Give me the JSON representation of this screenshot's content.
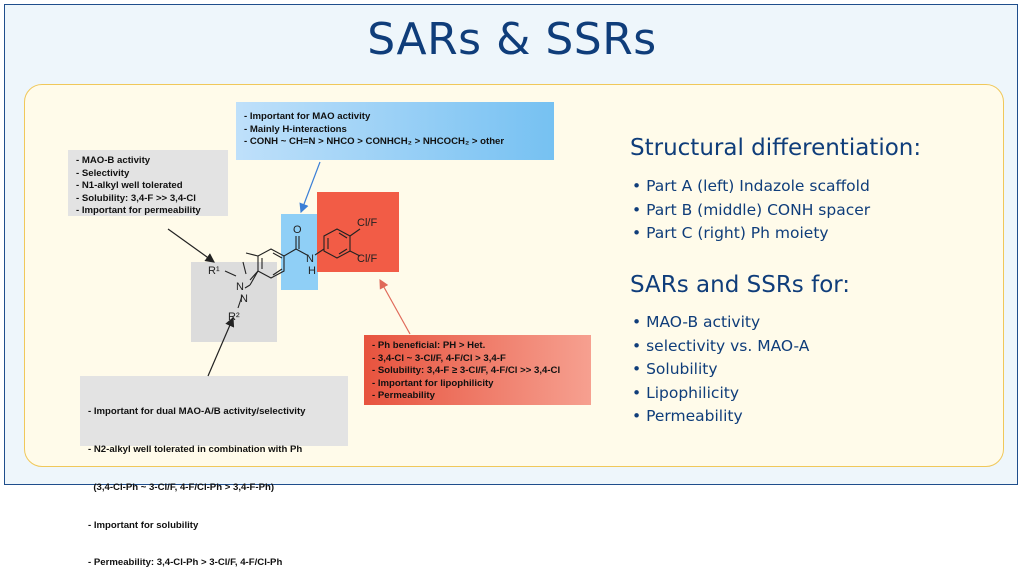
{
  "title": "SARs & SSRs",
  "boxes": {
    "part_a_top": [
      "- MAO-B activity",
      "- Selectivity",
      "- N1-alkyl well tolerated",
      "- Solubility: 3,4-F >> 3,4-Cl",
      "- Important for permeability"
    ],
    "part_b": [
      "- Important for MAO activity",
      "- Mainly H-interactions",
      "- CONH ~ CH=N > NHCO > CONHCH₂ > NHCOCH₂ > other"
    ],
    "part_c": [
      "- Ph beneficial: PH > Het.",
      "- 3,4-Cl ~ 3-Cl/F, 4-F/Cl > 3,4-F",
      "- Solubility: 3,4-F ≥ 3-Cl/F, 4-F/Cl >> 3,4-Cl",
      "- Important for lipophilicity",
      "- Permeability"
    ],
    "part_a_bottom": [
      "- Important for dual MAO-A/B activity/selectivity",
      "- N2-alkyl well tolerated in combination with Ph",
      "  (3,4-Cl-Ph ~ 3-Cl/F, 4-F/Cl-Ph > 3,4-F-Ph)",
      "- Important for solubility",
      "- Permeability: 3,4-Cl-Ph > 3-Cl/F, 4-F/Cl-Ph"
    ]
  },
  "molecule": {
    "r1": "R¹",
    "r2": "R²",
    "n1": "N",
    "n2": "N",
    "o": "O",
    "nh_n": "N",
    "nh_h": "H",
    "cl_f_top": "Cl/F",
    "cl_f_bottom": "Cl/F"
  },
  "structural": {
    "heading": "Structural differentiation:",
    "items": [
      "Part A (left) Indazole scaffold",
      "Part B (middle) CONH spacer",
      "Part C (right) Ph moiety"
    ]
  },
  "sars": {
    "heading": "SARs and SSRs for:",
    "items": [
      "MAO-B activity",
      "selectivity vs. MAO-A",
      "Solubility",
      "Lipophilicity",
      "Permeability"
    ]
  },
  "colors": {
    "title": "#0f3d7a",
    "panel_border": "#f0c85a",
    "blue_arrow": "#3b7fd6",
    "red_arrow": "#e06a5a"
  }
}
